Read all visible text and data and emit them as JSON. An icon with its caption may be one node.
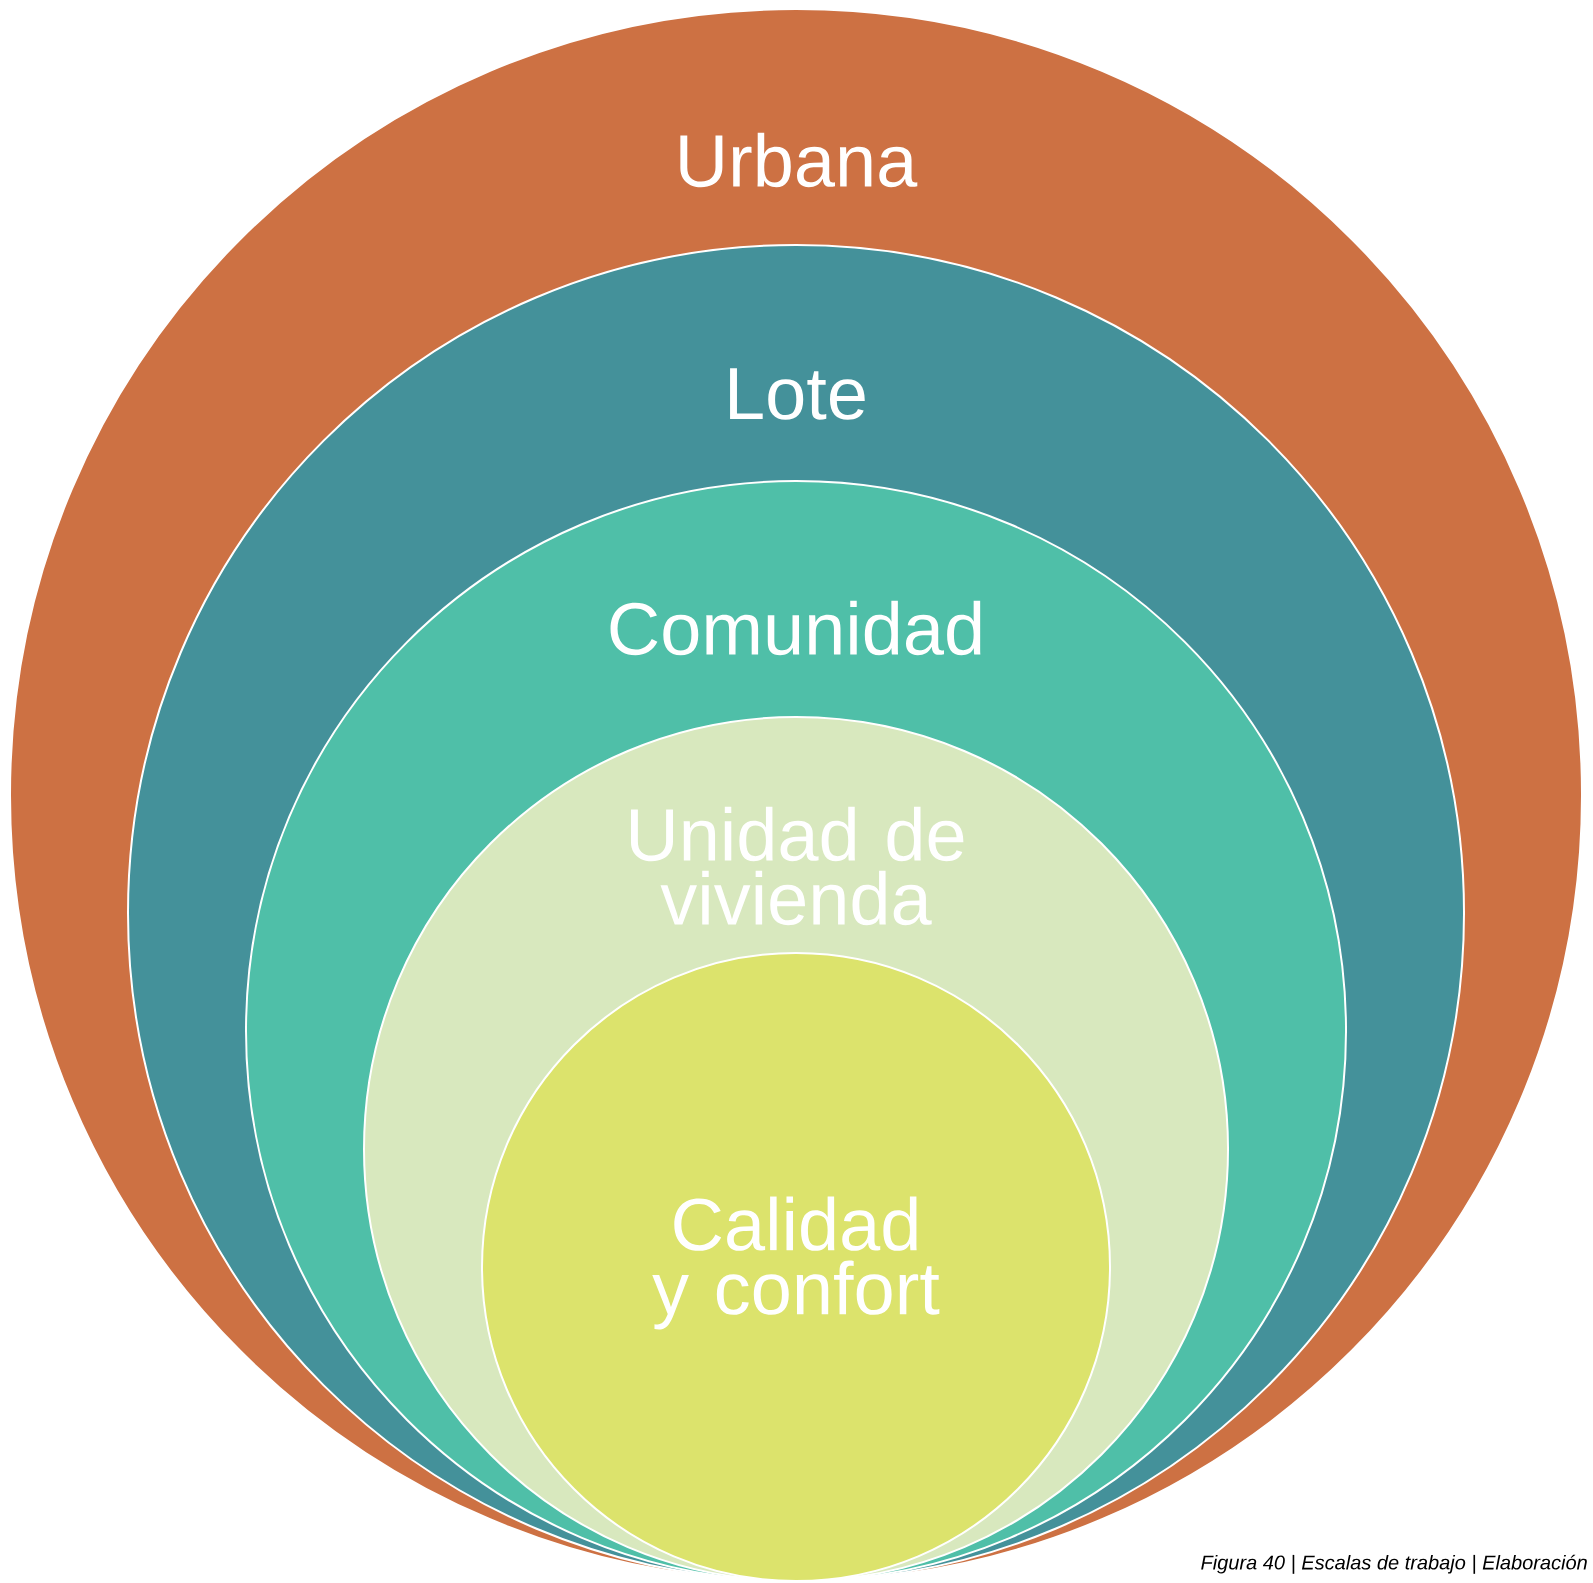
{
  "diagram": {
    "caption": "Figura 40 | Escalas de trabajo | Elaboración",
    "nodes": [
      {
        "text": [
          "Urbana"
        ]
      },
      {
        "text": [
          "Lote"
        ],
        "in": 0
      },
      {
        "text": [
          "Comunidad"
        ],
        "in": 1
      },
      {
        "text": [
          "Unidad de vivienda"
        ],
        "in": 2
      },
      {
        "text": [
          "Calidad y confort"
        ],
        "in": 3
      }
    ]
  }
}
